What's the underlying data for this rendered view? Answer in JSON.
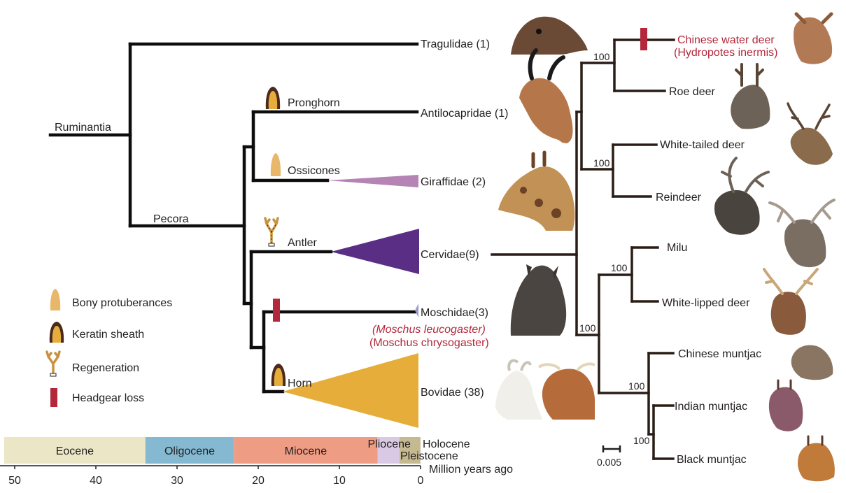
{
  "left_tree": {
    "root_label": "Ruminantia",
    "pecora_label": "Pecora",
    "headgear": {
      "pronghorn": "Pronghorn",
      "ossicones": "Ossicones",
      "antler": "Antler",
      "horn": "Horn"
    },
    "taxa": [
      {
        "name": "Tragulidae",
        "count": "(1)"
      },
      {
        "name": "Antilocapridae",
        "count": "(1)"
      },
      {
        "name": "Giraffidae",
        "count": "(2)"
      },
      {
        "name": "Cervidae",
        "count": "(9)"
      },
      {
        "name": "Moschidae",
        "count": "(3)"
      },
      {
        "name": "Bovidae",
        "count": "(38)"
      }
    ],
    "moschidae_species": [
      "(Moschus leucogaster)",
      "(Moschus chrysogaster)"
    ],
    "colors": {
      "giraffidae": "#b584b5",
      "cervidae": "#5b2e86",
      "moschidae": "#9a9ac8",
      "bovidae": "#e6ad3a",
      "headgear_loss": "#b3283b"
    }
  },
  "legend": {
    "items": [
      {
        "icon": "bony-protuberance-icon",
        "label": "Bony protuberances"
      },
      {
        "icon": "keratin-sheath-icon",
        "label": "Keratin sheath"
      },
      {
        "icon": "regeneration-icon",
        "label": "Regeneration"
      },
      {
        "icon": "headgear-loss-icon",
        "label": "Headgear loss"
      }
    ]
  },
  "timescale": {
    "epochs": [
      {
        "name": "Eocene",
        "start": 56,
        "end": 33.9,
        "color": "#ebe7c6"
      },
      {
        "name": "Oligocene",
        "start": 33.9,
        "end": 23,
        "color": "#85b9d1"
      },
      {
        "name": "Miocene",
        "start": 23,
        "end": 5.3,
        "color": "#ee9c83"
      },
      {
        "name": "Pliocene",
        "start": 5.3,
        "end": 2.6,
        "color": "#dac9e4"
      },
      {
        "name": "Pleistocene",
        "start": 2.6,
        "end": 0.01,
        "color": "#c5b990"
      }
    ],
    "holocene_label": "Holocene",
    "pleistocene_label": "Pleistocene",
    "ticks": [
      50,
      40,
      30,
      20,
      10,
      0
    ],
    "axis_label": "Million years ago"
  },
  "cervid_tree": {
    "tips": [
      {
        "name": "Chinese water deer",
        "extra": "(Hydropotes inermis)",
        "highlight": true
      },
      {
        "name": "Roe deer"
      },
      {
        "name": "White-tailed deer"
      },
      {
        "name": "Reindeer"
      },
      {
        "name": "Milu"
      },
      {
        "name": "White-lipped deer"
      },
      {
        "name": "Chinese muntjac"
      },
      {
        "name": "Indian muntjac"
      },
      {
        "name": "Black muntjac"
      }
    ],
    "bootstrap": [
      "100",
      "100",
      "100",
      "100",
      "100",
      "100"
    ],
    "scale_label": "0.005"
  }
}
